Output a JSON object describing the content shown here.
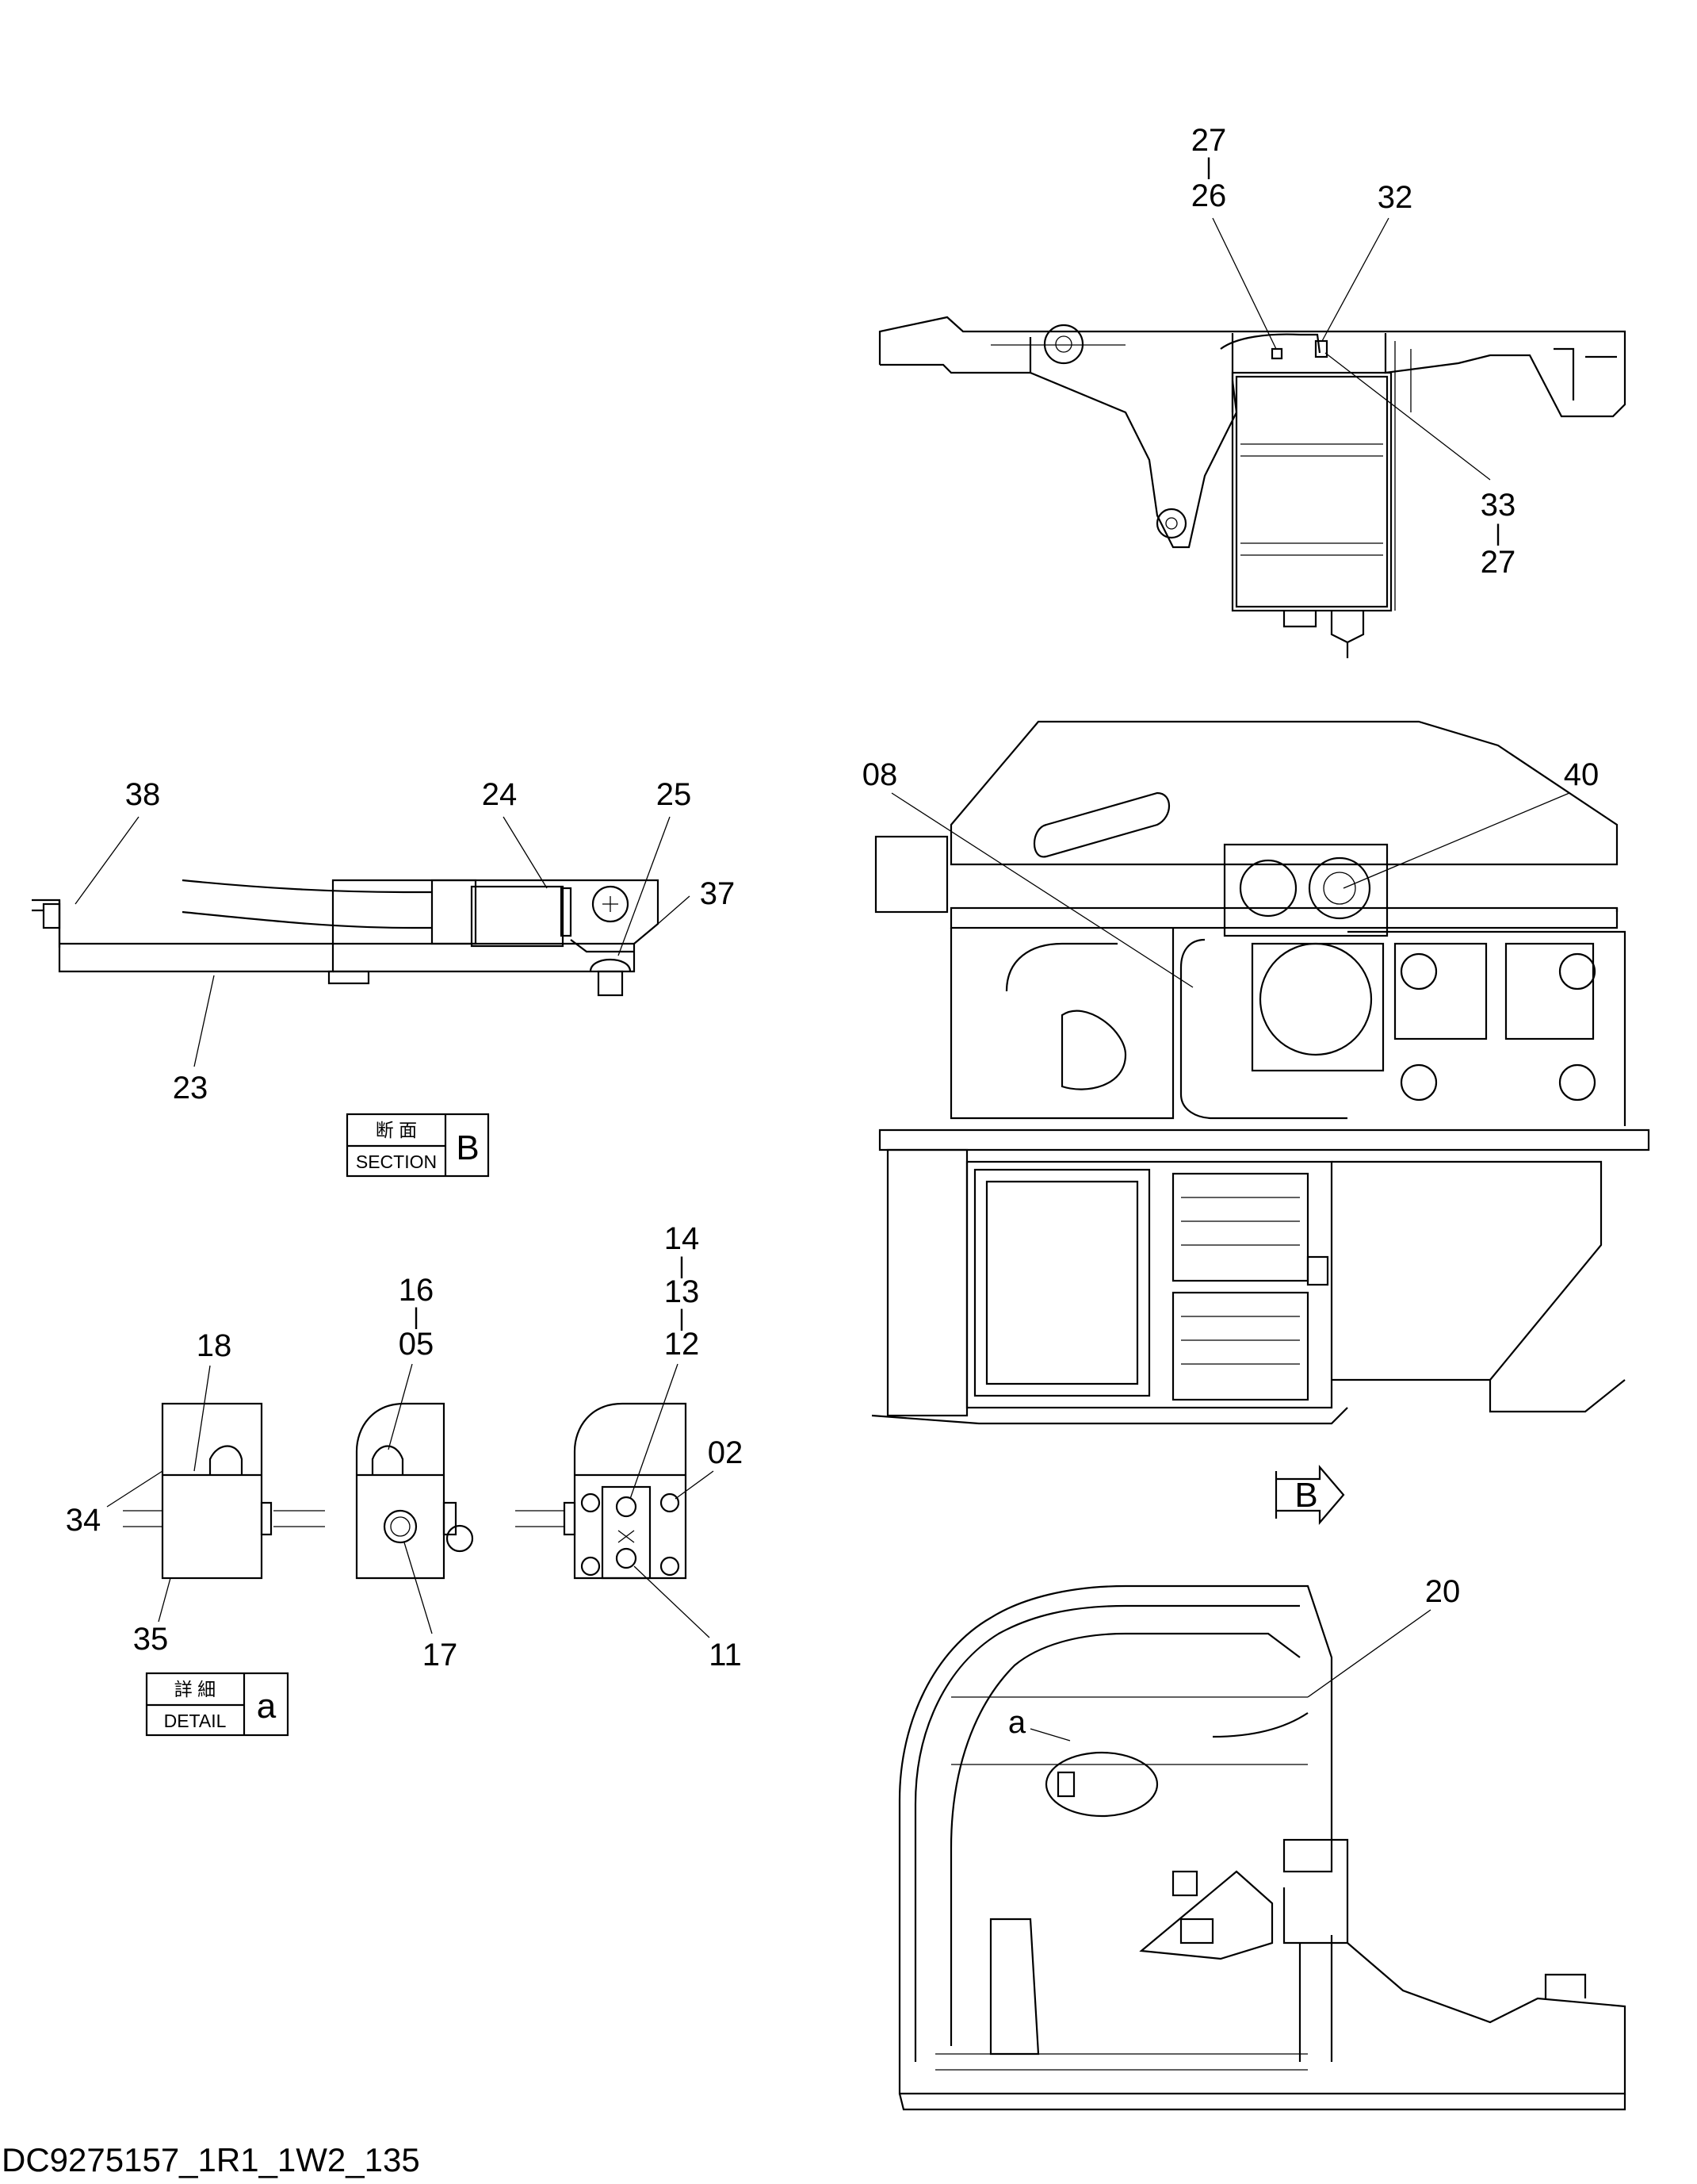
{
  "footer_code": "DC9275157_1R1_1W2_135",
  "sections": {
    "section_b": {
      "kanji": "断 面",
      "word": "SECTION",
      "letter": "B"
    },
    "detail_a": {
      "kanji": "詳 細",
      "word": "DETAIL",
      "letter": "a"
    }
  },
  "view_arrow_letter": "B",
  "detail_ref_letter": "a",
  "callouts": {
    "top_stack_left": [
      "27",
      "26"
    ],
    "top_32": "32",
    "top_stack_right": [
      "33",
      "27"
    ],
    "frame_08": "08",
    "frame_40": "40",
    "secb_38": "38",
    "secb_24": "24",
    "secb_25": "25",
    "secb_37": "37",
    "secb_23": "23",
    "deta_18": "18",
    "deta_stack_mid": [
      "16",
      "05"
    ],
    "deta_stack_right": [
      "14",
      "13",
      "12"
    ],
    "deta_02": "02",
    "deta_34": "34",
    "deta_35": "35",
    "deta_17": "17",
    "deta_11": "11",
    "cab_20": "20"
  }
}
